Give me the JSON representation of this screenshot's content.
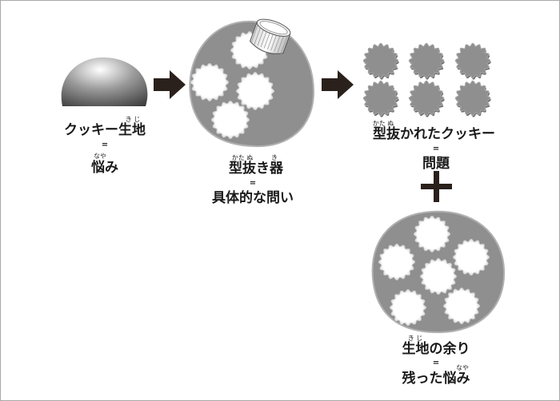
{
  "dough": {
    "label": "クッキー生地",
    "ruby": "き じ",
    "equals": "=",
    "meaning": "悩み",
    "meaning_ruby": "なや"
  },
  "cutter": {
    "label": "型抜き器",
    "ruby_kata_nu": "かた ぬ",
    "ruby_ki": "き",
    "equals": "=",
    "meaning": "具体的な問い"
  },
  "cookies": {
    "label": "型抜かれたクッキー",
    "ruby": "かた ぬ",
    "equals": "=",
    "meaning": "問題"
  },
  "plus": "+",
  "leftover": {
    "label": "生地の余り",
    "ruby": "き じ",
    "equals": "=",
    "meaning": "残った悩み",
    "meaning_ruby": "なや"
  },
  "colors": {
    "dough_gray": "#8f8f8f",
    "arrow": "#2a211c",
    "text": "#1a1a1a"
  }
}
